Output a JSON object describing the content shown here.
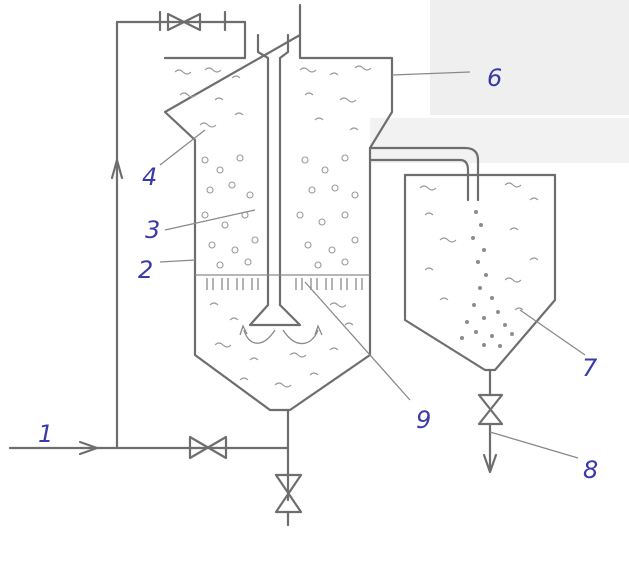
{
  "labels": {
    "l1": "1",
    "l2": "2",
    "l3": "3",
    "l4": "4",
    "l6": "6",
    "l7": "7",
    "l8": "8",
    "l9": "9"
  },
  "colors": {
    "line": "#6e6e6e",
    "label": "#3a3aa8",
    "shadow": "#ececec"
  }
}
